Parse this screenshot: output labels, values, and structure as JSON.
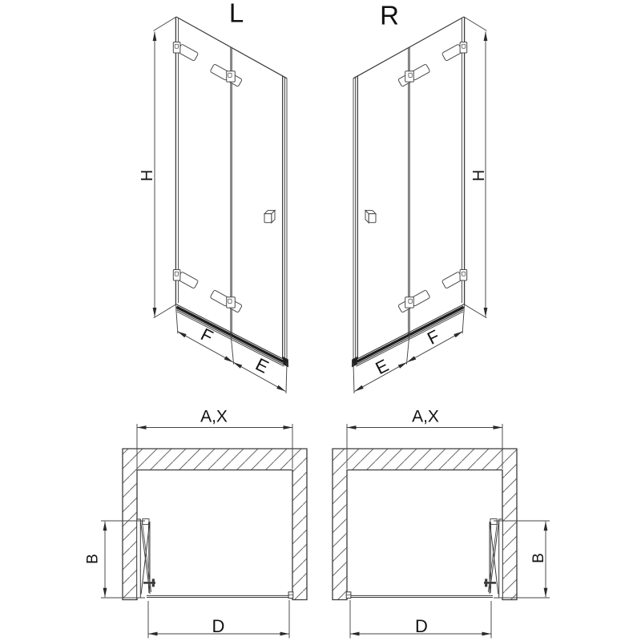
{
  "figures": {
    "left_elevation": {
      "label": "L",
      "height_label": "H",
      "fold_width_label": "F",
      "end_width_label": "E"
    },
    "right_elevation": {
      "label": "R",
      "height_label": "H",
      "fold_width_label": "F",
      "end_width_label": "E"
    },
    "left_plan": {
      "opening_width_label": "A,X",
      "door_depth_label": "B",
      "passage_width_label": "D"
    },
    "right_plan": {
      "opening_width_label": "A,X",
      "door_depth_label": "B",
      "passage_width_label": "D"
    }
  },
  "colors": {
    "background": "#ffffff",
    "outline": "#3c3c3c",
    "dimension": "#454545",
    "rail_dark": "#1e1e1e",
    "hatch": "#6a6a6a",
    "text": "#111111"
  }
}
